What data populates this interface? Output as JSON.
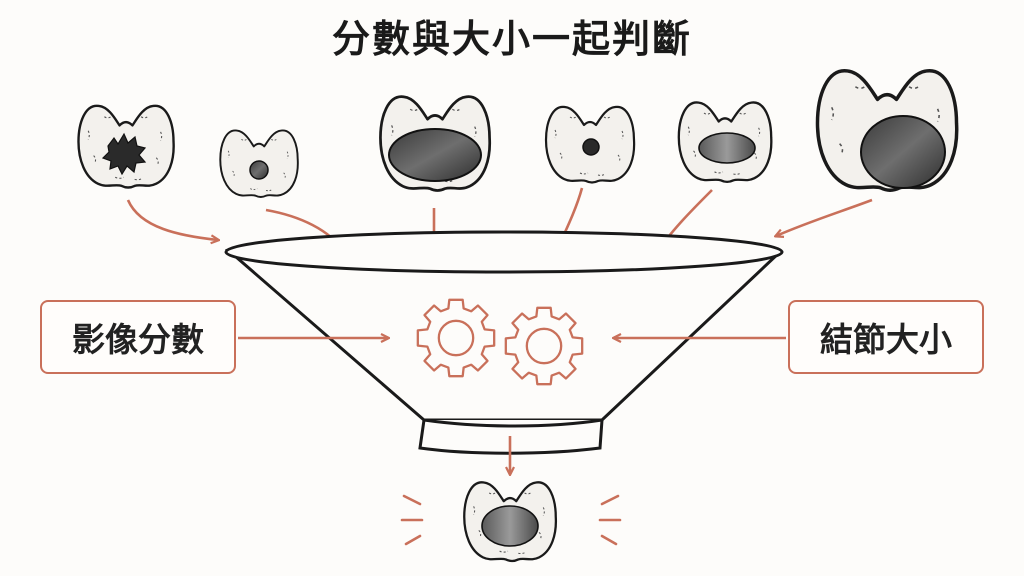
{
  "title": "分數與大小一起判斷",
  "left_label": "影像分數",
  "right_label": "結節大小",
  "colors": {
    "accent": "#c9705a",
    "ink": "#1a1a1a",
    "gland_fill": "#f3f1ed"
  },
  "icons": [
    "thyroid-icon",
    "gear-icon",
    "funnel-icon",
    "arrow-icon"
  ]
}
